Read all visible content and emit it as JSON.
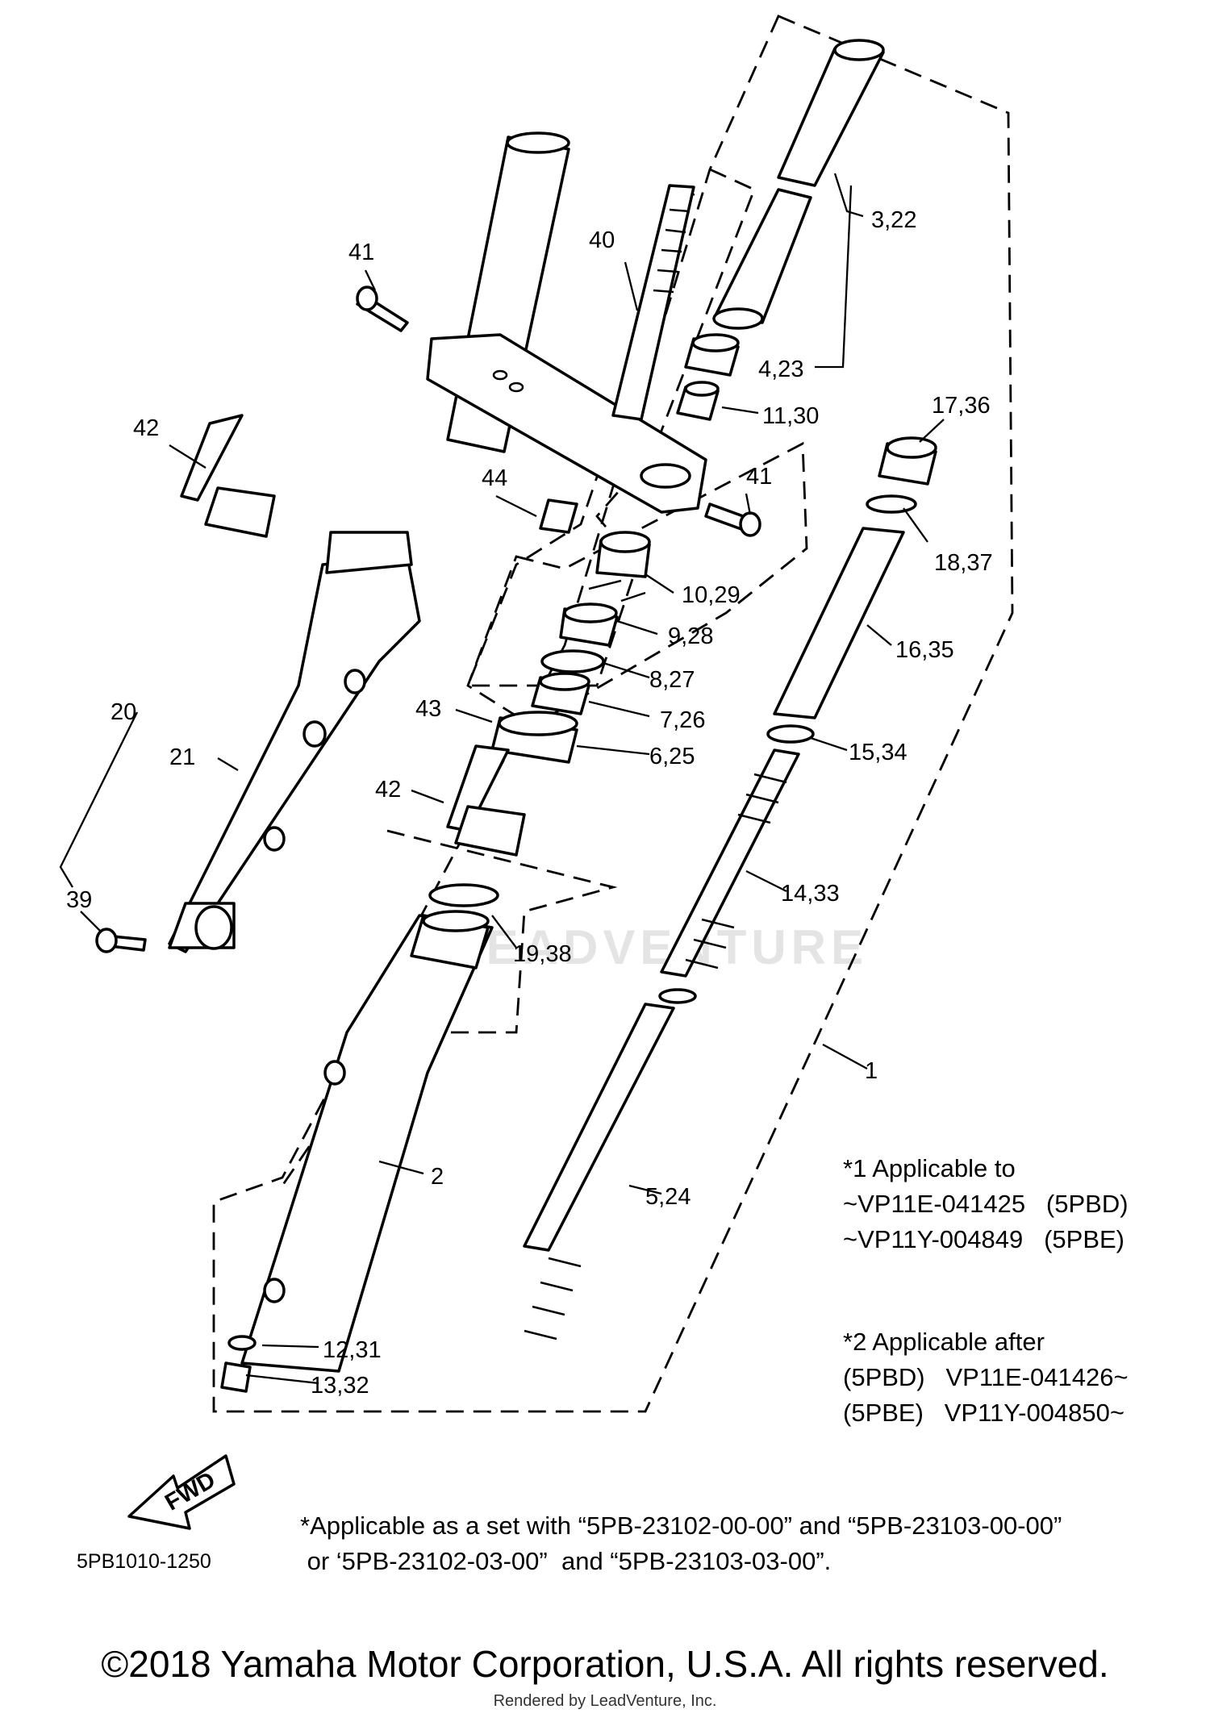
{
  "part_labels": [
    "3,22",
    "40",
    "41",
    "4,23",
    "11,30",
    "42",
    "17,36",
    "44",
    "41",
    "18,37",
    "10,29",
    "9,28",
    "20",
    "16,35",
    "21",
    "8,27",
    "43",
    "7,26",
    "6,25",
    "42",
    "15,34",
    "39",
    "14,33",
    "19,38",
    "1",
    "2",
    "5,24",
    "12,31",
    "13,32"
  ],
  "notes": {
    "note1": "*1 Applicable to\n~VP11E-041425   (5PBD)\n~VP11Y-004849   (5PBE)",
    "note2": "*2 Applicable after\n(5PBD)   VP11E-041426~\n(5PBE)   VP11Y-004850~",
    "set_note": "*Applicable as a set with “5PB-23102-00-00” and “5PB-23103-00-00”\n or ‘5PB-23102-03-00”  and “5PB-23103-03-00”."
  },
  "fwd_label": "FWD",
  "diagram_code": "5PB1010-1250",
  "watermark": "LEADVENTURE",
  "copyright": "©2018 Yamaha Motor Corporation, U.S.A. All rights reserved.",
  "rendered_by": "Rendered by LeadVenture, Inc."
}
